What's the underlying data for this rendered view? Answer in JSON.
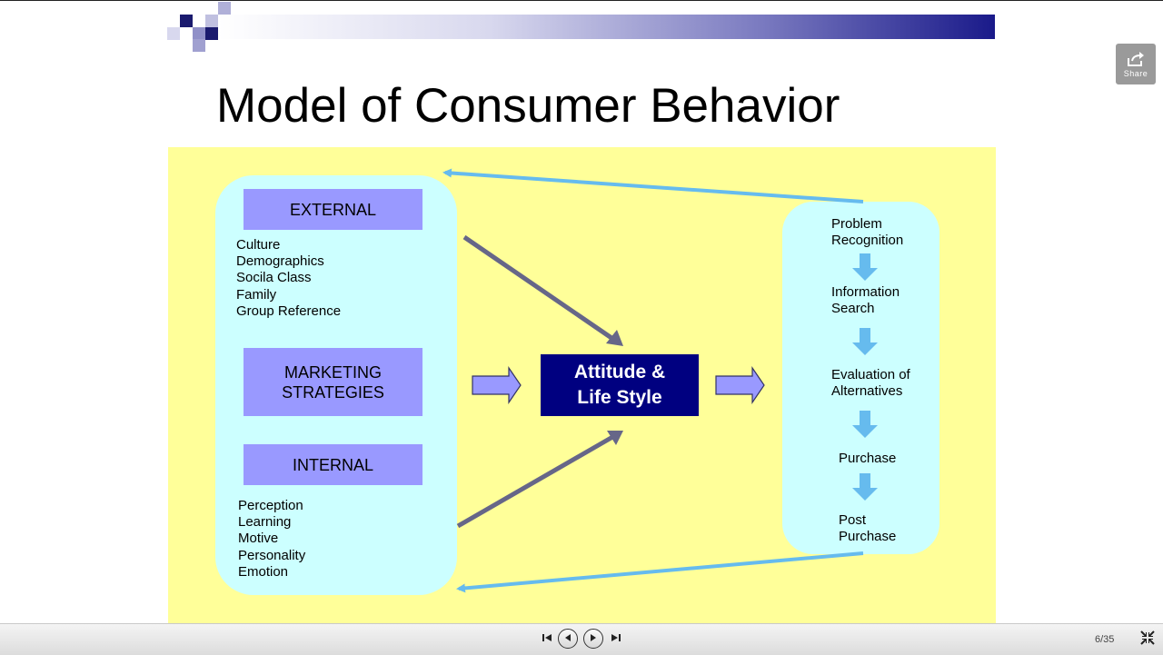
{
  "slide": {
    "title": "Model of Consumer Behavior",
    "external": {
      "heading": "EXTERNAL",
      "items": [
        "Culture",
        "Demographics",
        "Socila Class",
        "Family",
        "Group Reference"
      ]
    },
    "marketing": {
      "heading": "MARKETING\nSTRATEGIES"
    },
    "internal": {
      "heading": "INTERNAL",
      "items": [
        "Perception",
        "Learning",
        "Motive",
        "Personality",
        "Emotion"
      ]
    },
    "center": "Attitude &\nLife Style",
    "process_steps": [
      "Problem\nRecognition",
      "Information\nSearch",
      "Evaluation of\nAlternatives",
      "Purchase",
      "Post\nPurchase"
    ]
  },
  "share_button": {
    "label": "Share"
  },
  "toolbar": {
    "page_indicator": "6/35"
  },
  "icons": {
    "share": "share-icon",
    "first": "skip-first-icon",
    "prev": "previous-icon",
    "next": "next-icon",
    "last": "skip-last-icon",
    "fullscreen": "exit-fullscreen-icon"
  },
  "colors": {
    "background_yellow": "#ffff99",
    "panel_cyan": "#ccffff",
    "box_purple": "#9999ff",
    "center_navy": "#000080",
    "arrow_blue": "#66bbee",
    "arrow_gray": "#666688"
  }
}
